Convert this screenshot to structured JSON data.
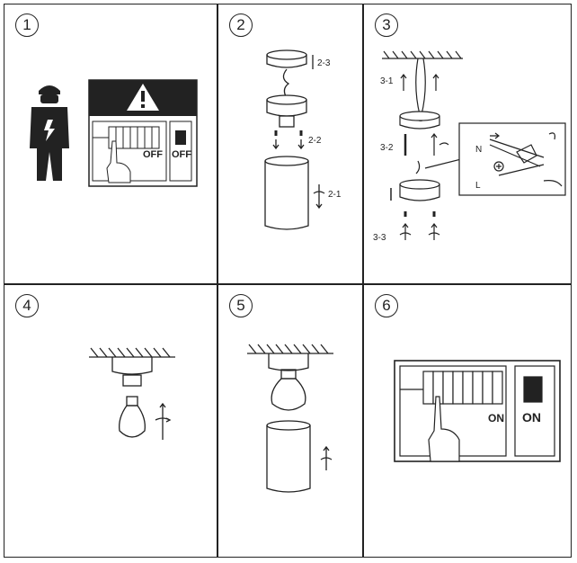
{
  "steps": [
    {
      "number": "1",
      "labels": {
        "off_a": "OFF",
        "off_b": "OFF"
      }
    },
    {
      "number": "2",
      "labels": {
        "s23": "2-3",
        "s22": "2-2",
        "s21": "2-1"
      }
    },
    {
      "number": "3",
      "labels": {
        "s31": "3-1",
        "s32": "3-2",
        "s33": "3-3",
        "n": "N",
        "l": "L"
      }
    },
    {
      "number": "4"
    },
    {
      "number": "5"
    },
    {
      "number": "6",
      "labels": {
        "on_a": "ON",
        "on_b": "ON"
      }
    }
  ]
}
